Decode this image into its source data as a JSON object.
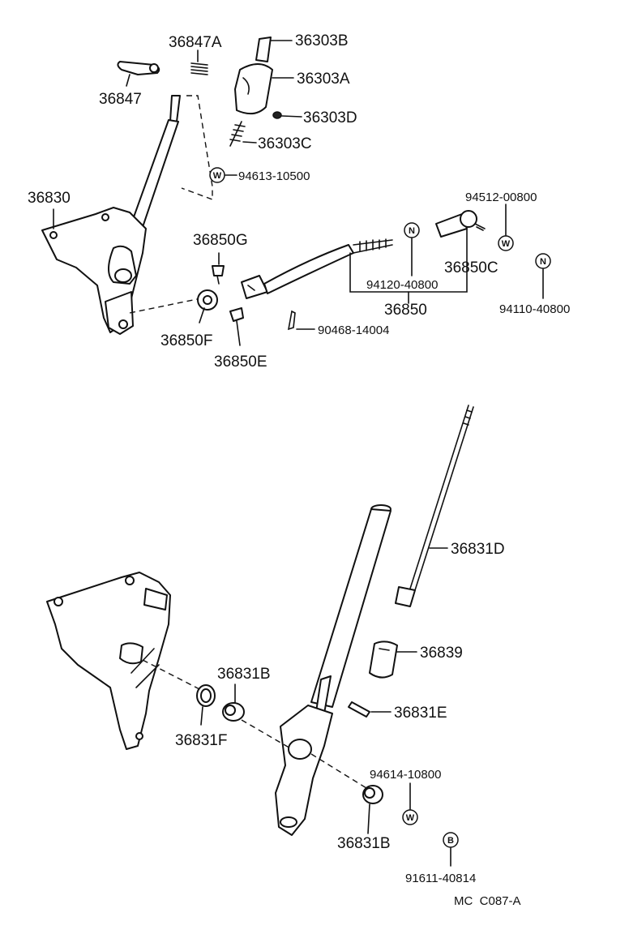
{
  "labels": {
    "p36847A": "36847A",
    "p36303B": "36303B",
    "p36303A": "36303A",
    "p36847": "36847",
    "p36303D": "36303D",
    "p36303C": "36303C",
    "p94613": "94613-10500",
    "p36830": "36830",
    "p94512": "94512-00800",
    "p36850G": "36850G",
    "p36850C": "36850C",
    "p94120": "94120-40800",
    "p36850": "36850",
    "p94110": "94110-40800",
    "p36850F": "36850F",
    "p90468": "90468-14004",
    "p36850E": "36850E",
    "p36831D": "36831D",
    "p36839": "36839",
    "p36831B_top": "36831B",
    "p36831E": "36831E",
    "p36831F": "36831F",
    "p94614": "94614-10800",
    "p36831B_bottom": "36831B",
    "p91611": "91611-40814",
    "footer": "MC  C087-A"
  },
  "symbols": {
    "washer": "W",
    "nut": "N",
    "bolt": "B"
  }
}
